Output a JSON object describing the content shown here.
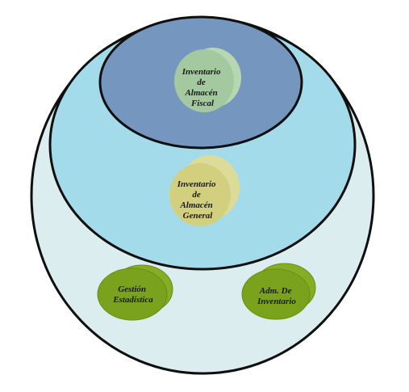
{
  "colors": {
    "outer_fill": "#dcedef",
    "middle_fill": "#a3dbeb",
    "inner_fill": "#7596bf",
    "outline": "#0f0f0f",
    "fiscal_node": "#a4c8a0",
    "general_node": "#d2d07e",
    "small_node": "#7ba21c",
    "small_node_edge": "#6b8f12"
  },
  "nodes": {
    "fiscal": {
      "lines": [
        "Inventario",
        "de",
        "Almacén",
        "Fiscal"
      ]
    },
    "general": {
      "lines": [
        "Inventario",
        "de",
        "Almacén",
        "General"
      ]
    },
    "gestion": {
      "lines": [
        "Gestión",
        "Estadística"
      ]
    },
    "adm": {
      "lines": [
        "Adm. De",
        "Inventario"
      ]
    }
  }
}
